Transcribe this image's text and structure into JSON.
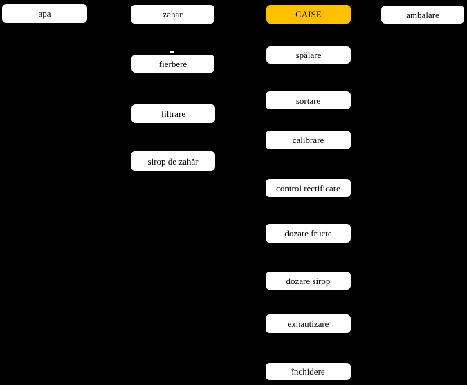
{
  "colors": {
    "background": "#000000",
    "node_fill": "#FFFFFF",
    "node_text": "#000000",
    "accent_fill": "#FFC000"
  },
  "nodes": {
    "apa": {
      "label": "apa"
    },
    "zahar": {
      "label": "zahăr"
    },
    "caise": {
      "label": "CAISE"
    },
    "ambalare": {
      "label": "ambalare"
    },
    "fierbere": {
      "label": "fierbere"
    },
    "filtrare": {
      "label": "filtrare"
    },
    "sirop_de_zahar": {
      "label": "sirop de zahăr"
    },
    "spalare": {
      "label": "spălare"
    },
    "sortare": {
      "label": "sortare"
    },
    "calibrare": {
      "label": "calibrare"
    },
    "control_rectificare": {
      "label": "control rectificare"
    },
    "dozare_fructe": {
      "label": "dozare fructe"
    },
    "dozare_sirop": {
      "label": "dozare sirop"
    },
    "exhautizare": {
      "label": "exhautizare"
    },
    "inchidere": {
      "label": "închidere"
    }
  }
}
